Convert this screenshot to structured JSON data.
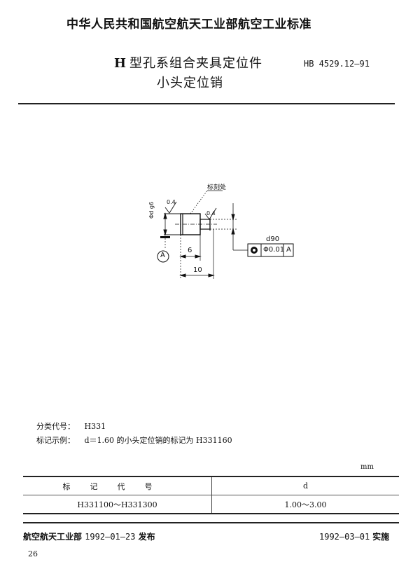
{
  "header": {
    "organization": "中华人民共和国航空航天工业部航空工业标准",
    "title_prefix": "H",
    "title_line1": "型孔系组合夹具定位件",
    "title_line2": "小头定位销",
    "standard_number": "HB 4529.12—91"
  },
  "drawing": {
    "marking_label": "标刻处",
    "roughness_left": "0.4",
    "roughness_right": "0.4",
    "diameter_label": "Φd g6",
    "datum_label": "A",
    "dim_6": "6",
    "dim_10": "10",
    "tolerance_above": "d90",
    "tolerance_symbol": "concentricity-icon",
    "tolerance_value": "Φ0.01",
    "tolerance_datum": "A"
  },
  "info": {
    "classification_label": "分类代号：",
    "classification_value": "H331",
    "example_label": "标记示例：",
    "example_value": "d＝1.60 的小头定位销的标记为 H331160"
  },
  "table": {
    "unit": "mm",
    "headers": [
      "标记代号",
      "d"
    ],
    "rows": [
      [
        "H331100～H331300",
        "1.00～3.00"
      ]
    ]
  },
  "footer": {
    "issuer": "航空航天工业部",
    "issue_date": "1992—01—23",
    "issue_suffix": "发布",
    "effective_date": "1992—03—01",
    "effective_suffix": "实施",
    "page_number": "26"
  }
}
